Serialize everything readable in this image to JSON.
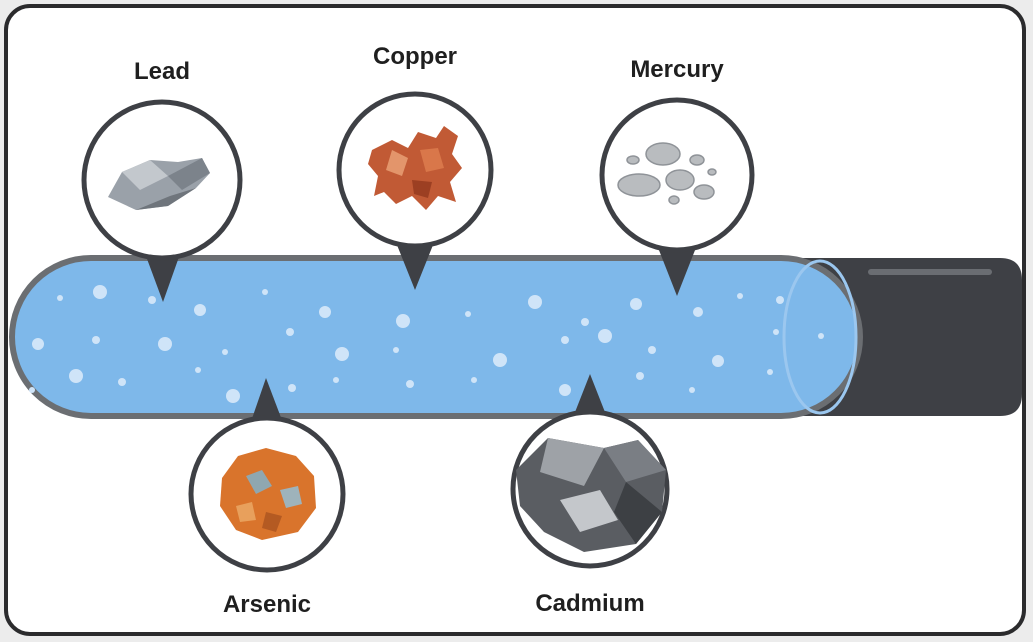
{
  "diagram": {
    "metals": [
      {
        "id": "lead",
        "label": "Lead",
        "icon": "lead-ore-icon",
        "color": "#8e959d"
      },
      {
        "id": "copper",
        "label": "Copper",
        "icon": "copper-nugget-icon",
        "color": "#c15a35"
      },
      {
        "id": "mercury",
        "label": "Mercury",
        "icon": "mercury-droplets-icon",
        "color": "#b9bcbf"
      },
      {
        "id": "arsenic",
        "label": "Arsenic",
        "icon": "arsenic-ore-icon",
        "color": "#d9742c"
      },
      {
        "id": "cadmium",
        "label": "Cadmium",
        "icon": "cadmium-crystal-icon",
        "color": "#55585c"
      }
    ],
    "pipe": {
      "water_color": "#7eb8ea",
      "pipe_color": "#3e4045",
      "outline_color": "#6b6e72"
    }
  }
}
